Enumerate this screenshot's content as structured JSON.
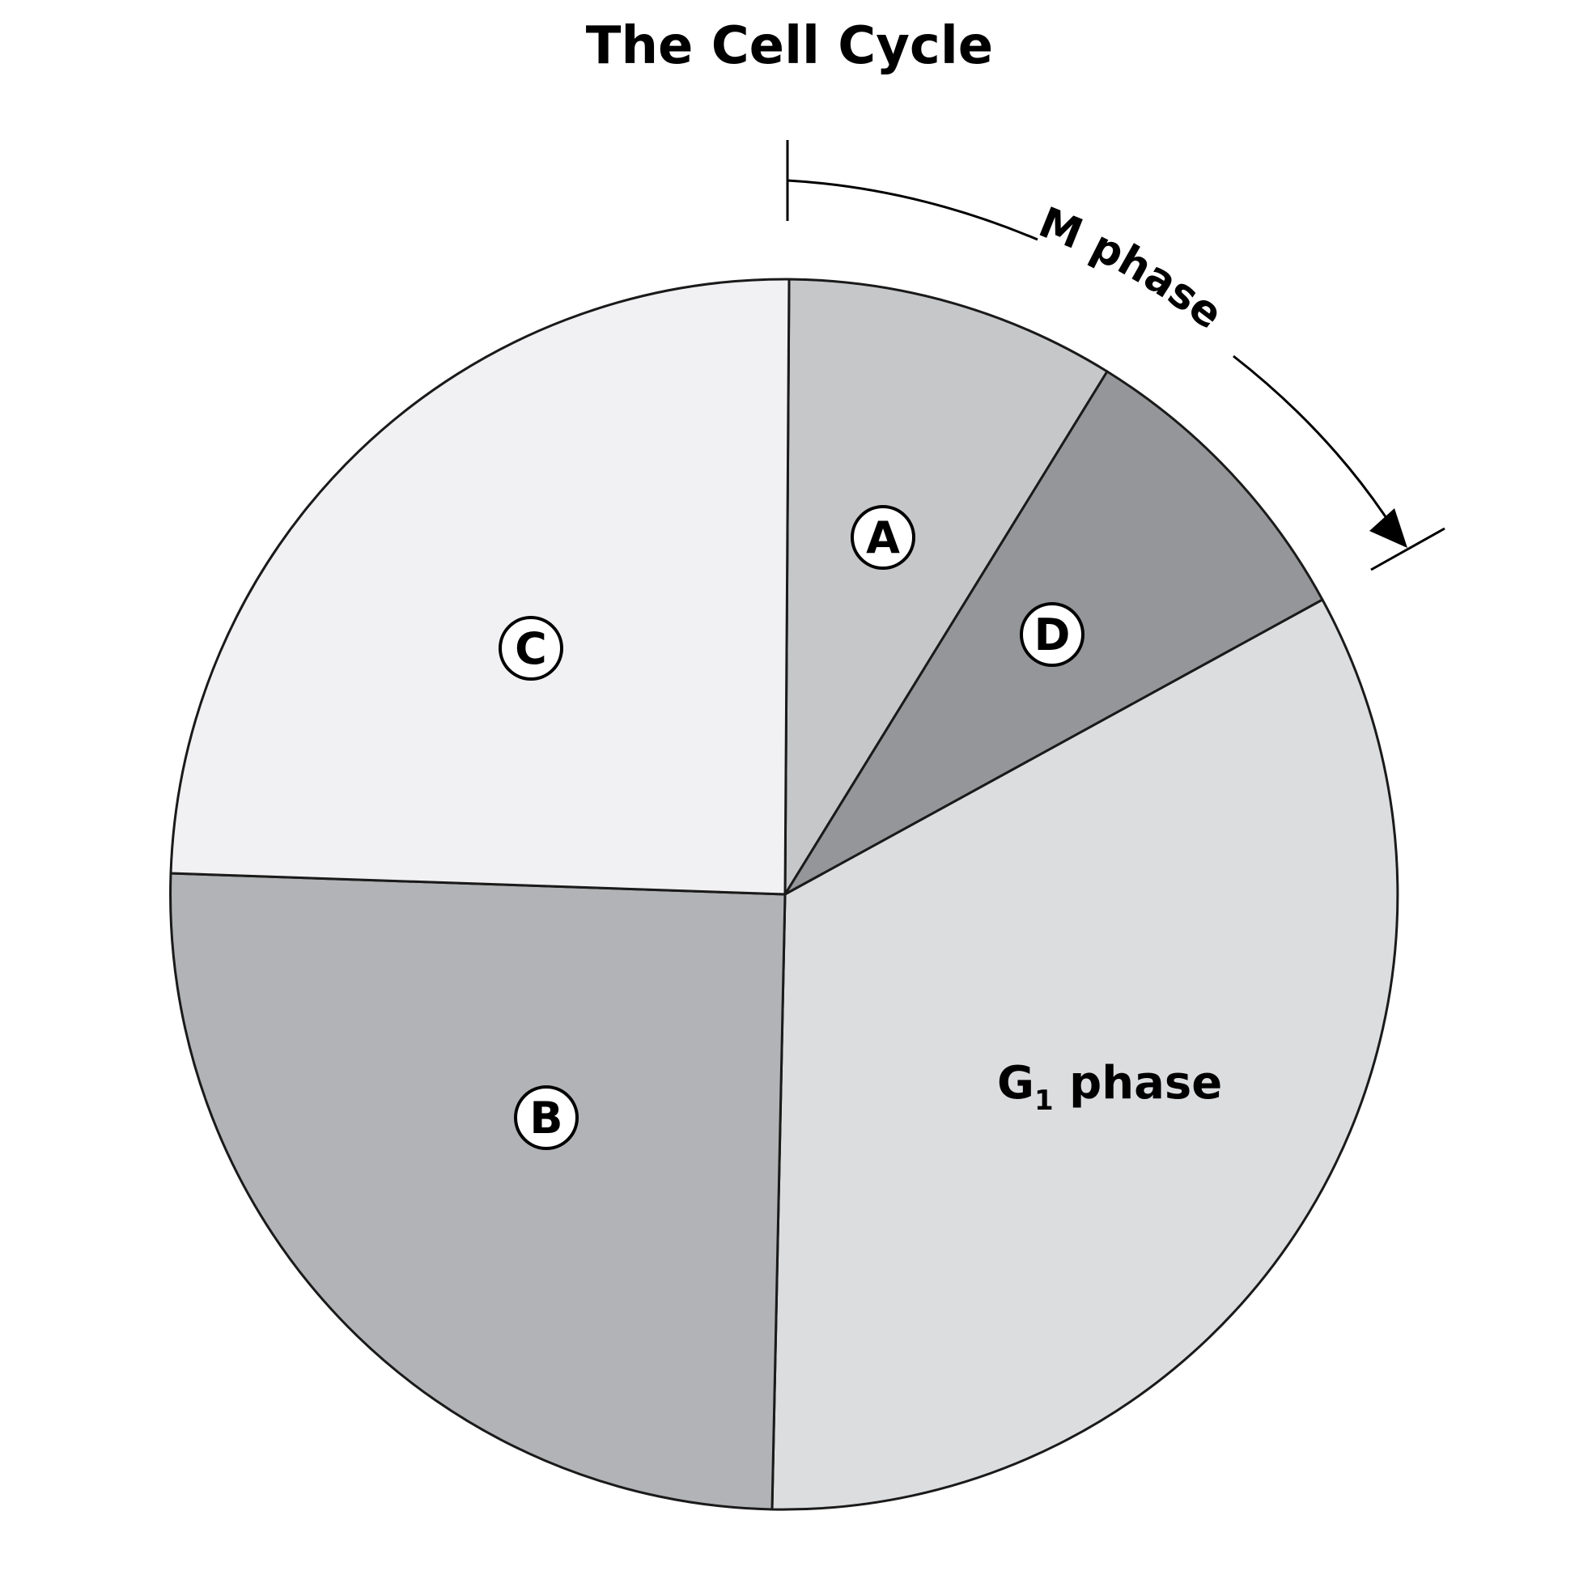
{
  "title": "The Cell Cycle",
  "segments": [
    {
      "id": "A",
      "label": "A",
      "color": "#c6c7c9"
    },
    {
      "id": "D",
      "label": "D",
      "color": "#959699"
    },
    {
      "id": "G1",
      "label_main": "G",
      "label_sub": "1",
      "label_rest": " phase",
      "color": "#dcdddf"
    },
    {
      "id": "B",
      "label": "B",
      "color": "#b2b3b6"
    },
    {
      "id": "C",
      "label": "C",
      "color": "#f1f1f3"
    }
  ],
  "m_phase_label": "M phase",
  "outline_color": "#1a1a1a"
}
